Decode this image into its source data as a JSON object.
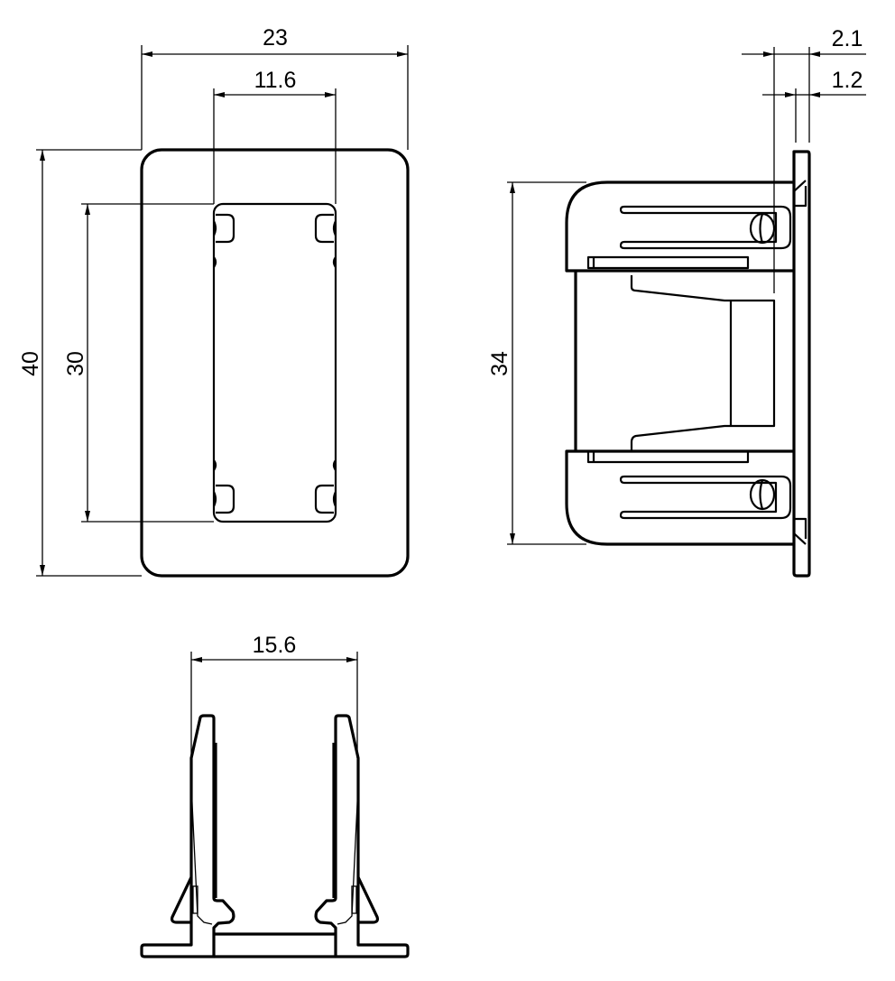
{
  "drawing": {
    "title": "Technical drawing of frame adapter (front, side, bottom views)",
    "line_color": "#000000",
    "background": "#ffffff"
  },
  "dimensions": {
    "front_width": "23",
    "front_opening_width": "11.6",
    "front_height": "40",
    "front_opening_height": "30",
    "side_height": "34",
    "side_plate_offset": "2.1",
    "side_plate_thickness": "1.2",
    "bottom_width": "15.6"
  }
}
